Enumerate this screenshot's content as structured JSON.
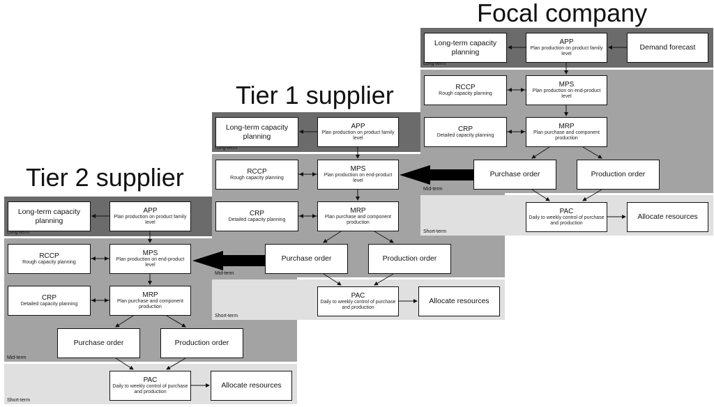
{
  "titles": {
    "focal": "Focal company",
    "tier1": "Tier 1 supplier",
    "tier2": "Tier 2 supplier"
  },
  "bands": {
    "long": "Long-term",
    "mid": "Mid-term",
    "short": "Short-term"
  },
  "nodes": {
    "ltcp": "Long-term capacity planning",
    "app": "APP",
    "app_desc": "Plan production on product family level",
    "demand": "Demand forecast",
    "rccp": "RCCP",
    "rccp_desc": "Rough capacity planning",
    "mps": "MPS",
    "mps_desc": "Plan production on end-product level",
    "crp": "CRP",
    "crp_desc": "Detailed capacity planning",
    "mrp": "MRP",
    "mrp_desc": "Plan purchase and component production",
    "purchase": "Purchase order",
    "production": "Production order",
    "pac": "PAC",
    "pac_desc": "Daily to weekly control of purchase and production",
    "allocate": "Allocate resources"
  },
  "colors": {
    "long_band": "#6b6b6b",
    "mid_band": "#a3a3a3",
    "short_band": "#e0e0e0"
  }
}
